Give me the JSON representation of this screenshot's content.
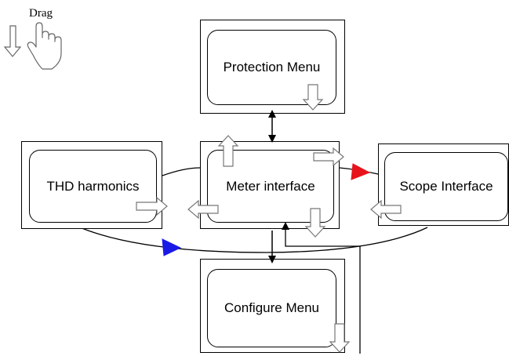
{
  "drag_hint": {
    "label": "Drag",
    "icons": [
      "down-arrow-icon",
      "hand-pointer-icon"
    ]
  },
  "boxes": {
    "protection": {
      "label": "Protection Menu"
    },
    "thd": {
      "label": "THD harmonics"
    },
    "meter": {
      "label": "Meter interface"
    },
    "scope": {
      "label": "Scope Interface"
    },
    "configure": {
      "label": "Configure Menu"
    }
  },
  "colors": {
    "line": "#000000",
    "arrow_red": "#e8141b",
    "arrow_blue": "#1a1ae6",
    "hollow_arrow_fill": "#ffffff"
  }
}
